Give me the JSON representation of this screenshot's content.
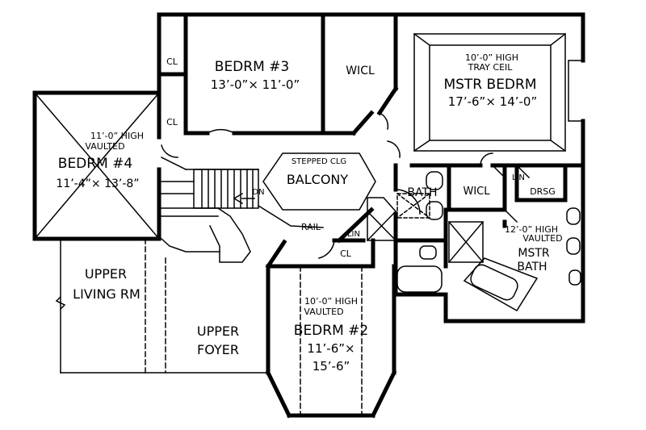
{
  "rooms": {
    "bedrm3": {
      "name": "BEDRM #3",
      "size": "13’-0”× 11’-0”"
    },
    "wicl_top": {
      "name": "WICL"
    },
    "mstr": {
      "ceiling1": "10’-0” HIGH",
      "ceiling2": "TRAY CEIL",
      "name": "MSTR BEDRM",
      "size": "17’-6”× 14’-0”"
    },
    "cl1": {
      "name": "CL"
    },
    "cl2": {
      "name": "CL"
    },
    "bedrm4": {
      "ceiling1": "11’-0” HIGH",
      "ceiling2": "VAULTED",
      "name": "BEDRM #4",
      "size": "11’-4”× 13’-8”"
    },
    "balcony": {
      "ceiling": "STEPPED CLG",
      "name": "BALCONY"
    },
    "dn": {
      "label": "DN"
    },
    "rail": {
      "label": "RAIL"
    },
    "bath": {
      "name": "BATH"
    },
    "wicl_mid": {
      "name": "WICL"
    },
    "lin1": {
      "name": "LIN"
    },
    "drsg": {
      "name": "DRSG"
    },
    "lin2": {
      "name": "LIN"
    },
    "cl3": {
      "name": "CL"
    },
    "mstr_bath": {
      "ceiling1": "12’-0” HIGH",
      "ceiling2": "VAULTED",
      "name1": "MSTR",
      "name2": "BATH"
    },
    "upper_living": {
      "name1": "UPPER",
      "name2": "LIVING RM"
    },
    "upper_foyer": {
      "name1": "UPPER",
      "name2": "FOYER"
    },
    "bedrm2": {
      "ceiling1": "10’-0” HIGH",
      "ceiling2": "VAULTED",
      "name": "BEDRM #2",
      "size1": "11’-6”×",
      "size2": "15’-6”"
    }
  }
}
